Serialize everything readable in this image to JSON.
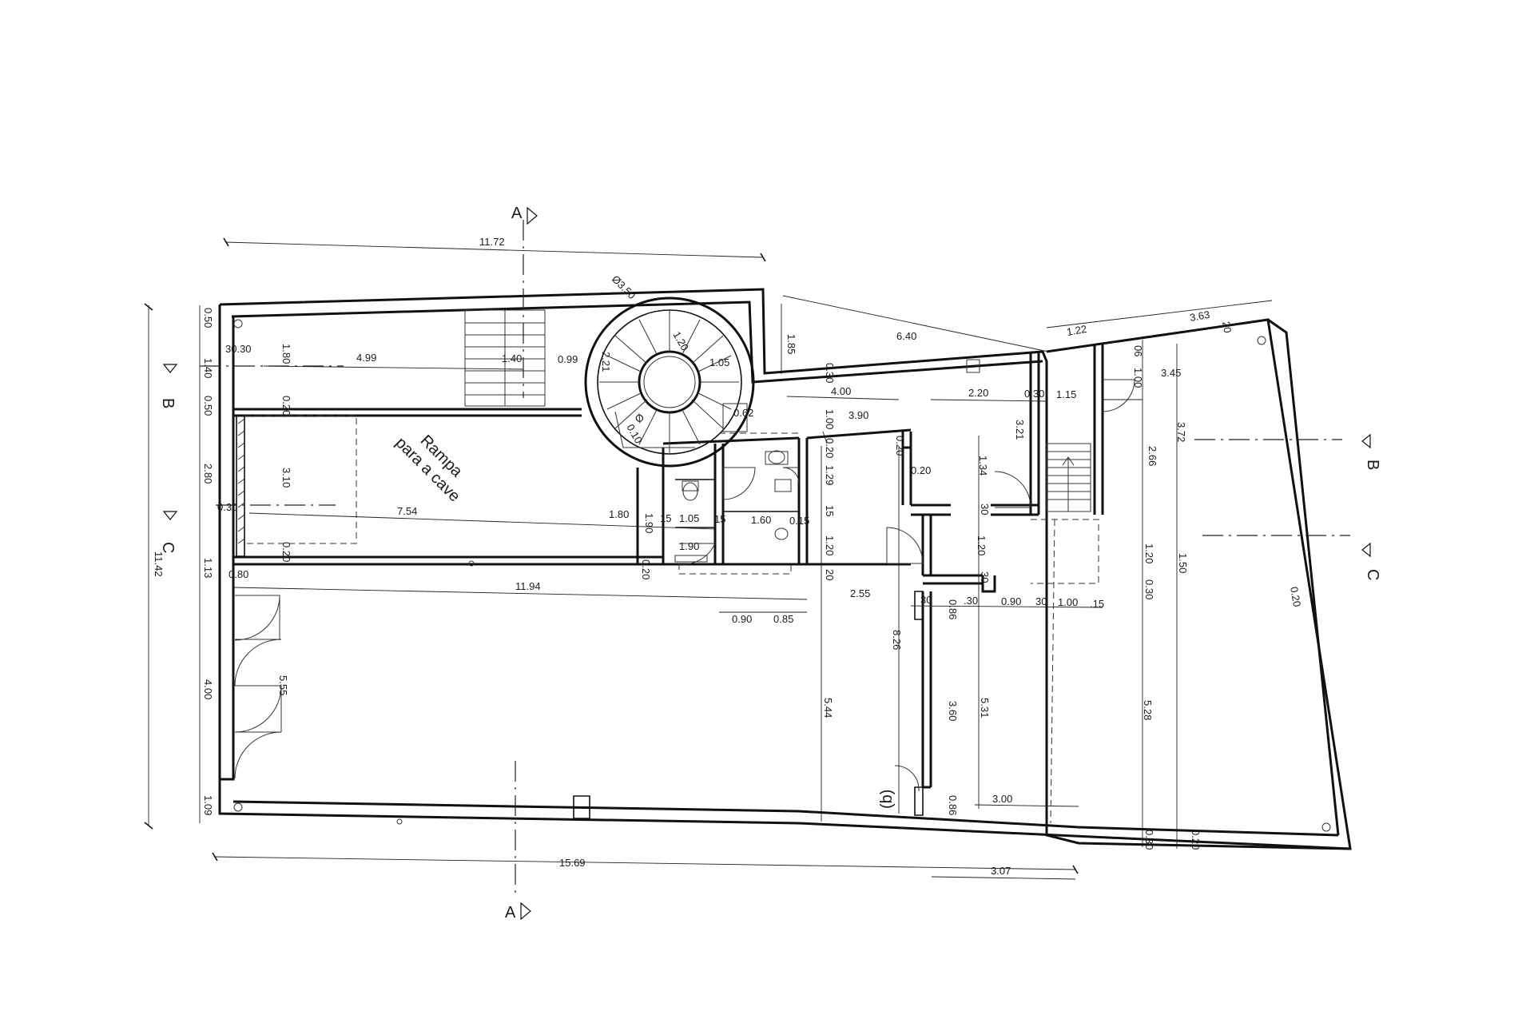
{
  "room_label": {
    "line1": "Rampa",
    "line2": "para a cave"
  },
  "section_marks": {
    "a": "A",
    "b": "B",
    "c": "C"
  },
  "door_mark": "(b)",
  "dimensions": {
    "d_11_72": "11.72",
    "d_15_69": "15.69",
    "d_3_07": "3.07",
    "d_11_94": "11.94",
    "d_2_55": "2.55",
    "d_0_90": "0.90",
    "d_0_85": "0.85",
    "d_6_40": "6.40",
    "d_1_85": "1.85",
    "d_1_22": "1.22",
    "d_3_63": "3.63",
    "d_20_top": "20",
    "d_4_99": "4.99",
    "d_1_40_b": "1.40",
    "d_0_99": "0.99",
    "d_1_20_stair": "1.20",
    "d_2_21": "2.21",
    "d_1_05_stair": "1.05",
    "d_0_62": "0.62",
    "d_0_10": "0.10",
    "d_phi": "Ø3.50",
    "d_phi_small": "Ø",
    "d_4_00_h": "4.00",
    "d_3_90": "3.90",
    "d_0_30_a": "0.30",
    "d_1_00_a": "1.00",
    "d_0_20_a": "0.20",
    "d_0_20_b": "0.20",
    "d_2_20": "2.20",
    "d_0_30_b": "0.30",
    "d_1_15": "1.15",
    "d_3_45": "3.45",
    "d_06": "06",
    "d_1_00_b": "1.00",
    "d_3_72": "3.72",
    "d_2_66": "2.66",
    "d_3_21": "3.21",
    "d_1_34": "1.34",
    "d_0_20_c": "0.20",
    "d_30_a": "30",
    "d_1_20_v": "1.20",
    "d_30_b": "30",
    "d_1_20_r": "1.20",
    "d_0_30_r": "0.30",
    "d_1_50": "1.50",
    "d_0_20_far": "0.20",
    "d_7_54": "7.54",
    "d_0_30_left": "0.30",
    "d_1_80_h": "1.80",
    "d_1_90_v": "1.90",
    "d_15_a": "15",
    "d_1_05": "1.05",
    "d_15_b": "15",
    "d_1_60": "1.60",
    "d_0_15": "0.15",
    "d_1_90_h": "1.90",
    "d_1_29": "1.29",
    "d_15_c": "15",
    "d_1_20_wc": "1.20",
    "d_20_wc": "20",
    "d_0_20_wc": "0.20",
    "d_30_c": "30",
    "d_0_30_d": ".30",
    "d_0_86_a": "0.86",
    "d_0_90_r": "0.90",
    "d_30_d": "30",
    "d_1_00_r": "1.00",
    "d_15_d": ".15",
    "d_8_26": "8.26",
    "d_5_44": "5.44",
    "d_3_60": "3.60",
    "d_5_31": "5.31",
    "d_5_28": "5.28",
    "d_3_00": "3.00",
    "d_0_86_b": "0.86",
    "d_0_30_bot": "0.30",
    "d_0_20_bot": "0.20",
    "d_30_30": "30.30",
    "d_1_80_v": "1.80",
    "d_0_20_top": "0.20",
    "d_3_10": "3.10",
    "d_0_20_mid": "0.20",
    "d_0_80": "0.80",
    "d_5_55": "5.55",
    "d_0_50_a": "0.50",
    "d_1_40_a": "1.40",
    "d_0_50_b": "0.50",
    "d_2_80": "2.80",
    "d_1_13": "1.13",
    "d_4_00_v": "4.00",
    "d_1_09": "1.09",
    "d_11_42": "11.42"
  }
}
